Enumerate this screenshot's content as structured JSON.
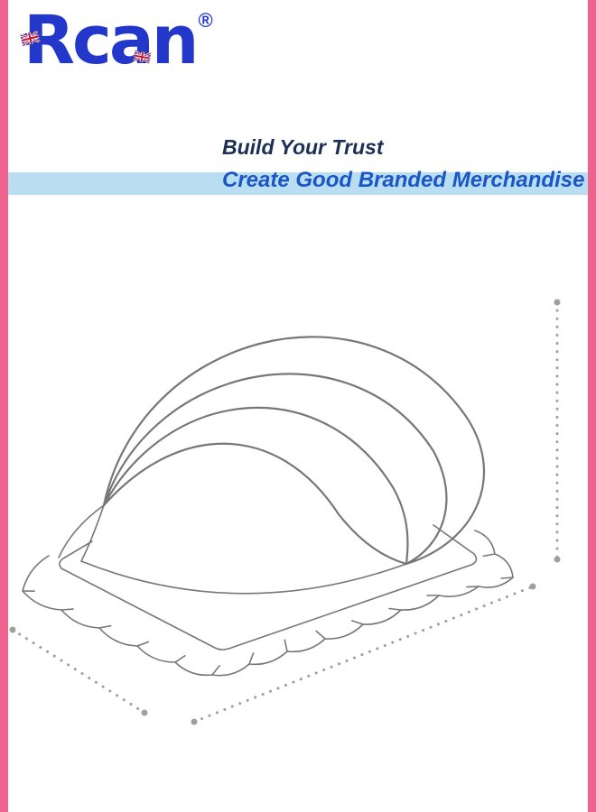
{
  "brand": {
    "logo_text": "Rcan",
    "registered_mark": "®"
  },
  "tagline": {
    "line1": "Build Your Trust",
    "line2": "Create Good Branded Merchandise"
  },
  "icons": {
    "flag": "union-jack-flag-decoration"
  },
  "illustration": {
    "name": "foldable-baby-mosquito-net-line-drawing"
  },
  "colors": {
    "accent_pink": "#f2628f",
    "brand_blue": "#2338cb",
    "tagline_navy": "#1c2f55",
    "tagline_blue": "#1a56c5",
    "band_blue": "#b9ddf1",
    "sketch_gray": "#777777",
    "dimension_gray": "#9f9f9f"
  }
}
